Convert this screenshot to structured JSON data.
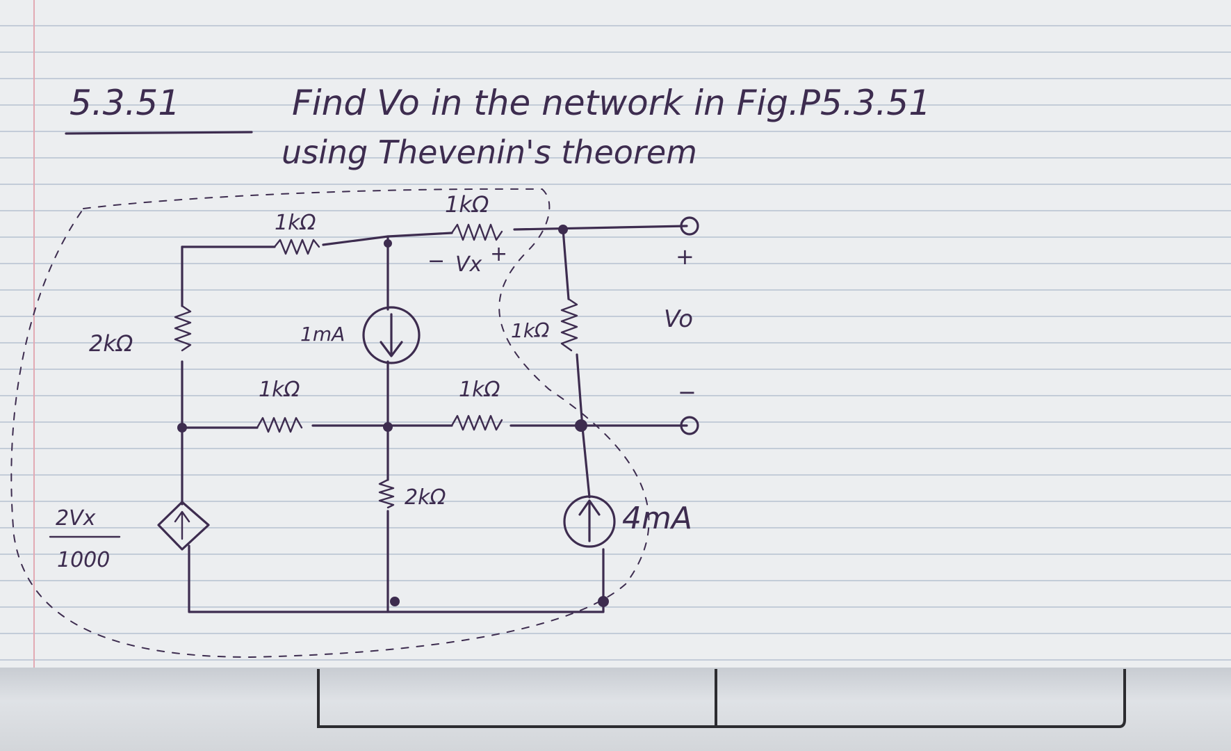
{
  "problem": {
    "number": "5.3.51",
    "statement_line1": "Find Vo in the network in Fig.P5.3.51",
    "statement_line2": "using Thevenin's theorem"
  },
  "circuit": {
    "resistor_top_left": "1kΩ",
    "resistor_top_right": "1kΩ",
    "vx_label": "Vx",
    "vx_minus": "−",
    "vx_plus": "+",
    "resistor_left": "2kΩ",
    "current_source_middle": "1mA",
    "resistor_mid_left": "1kΩ",
    "resistor_mid_right": "1kΩ",
    "resistor_right_vertical": "1kΩ",
    "output_plus": "+",
    "output_label": "Vo",
    "output_minus": "−",
    "dependent_source_numerator": "2Vx",
    "dependent_source_denominator": "1000",
    "resistor_bottom_middle": "2kΩ",
    "current_source_right": "4mA"
  }
}
